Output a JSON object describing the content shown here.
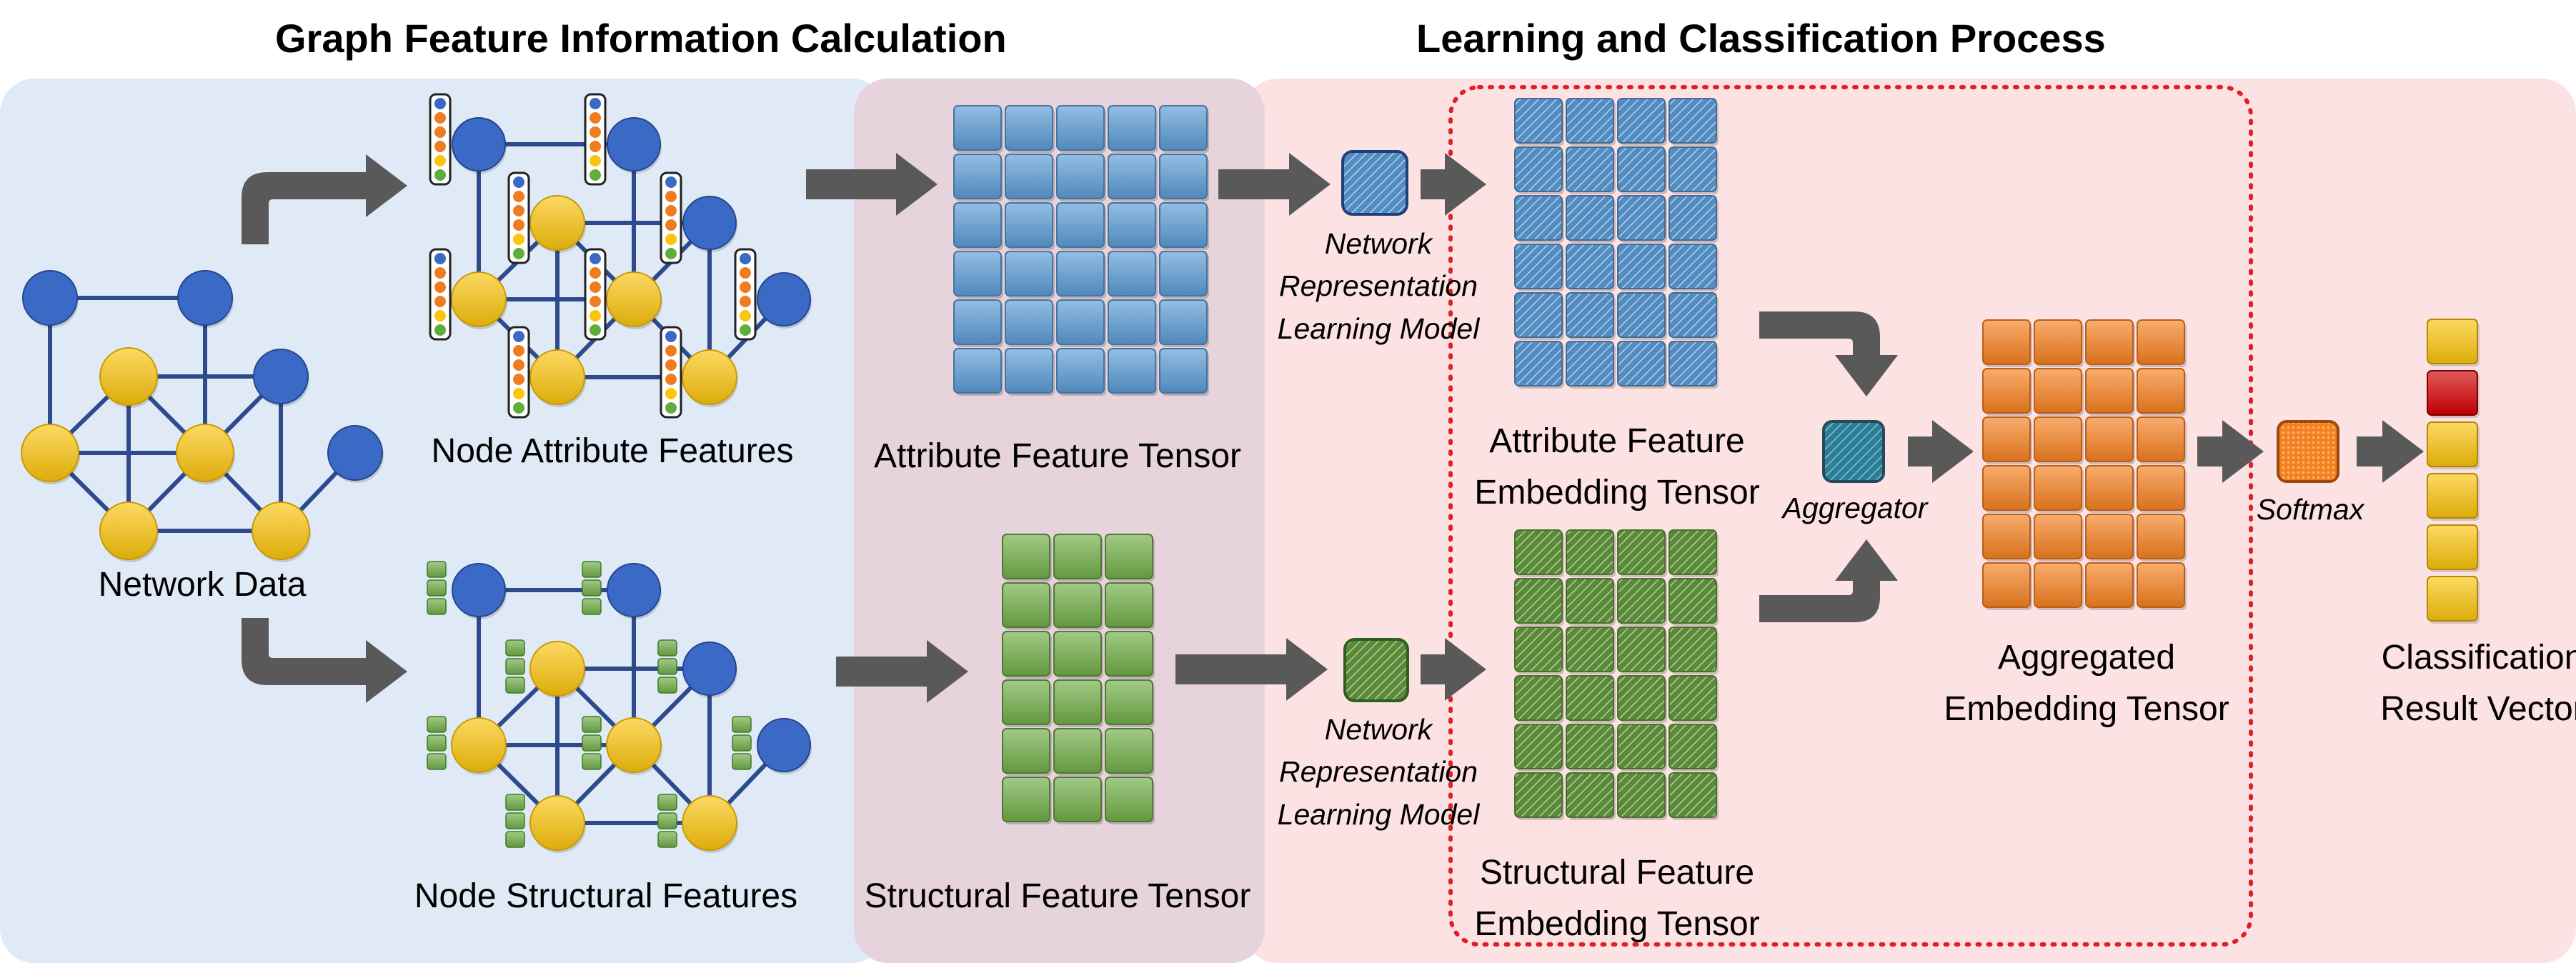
{
  "titles": {
    "left": "Graph Feature Information Calculation",
    "right": "Learning and Classification Process"
  },
  "labels": {
    "network_data": "Network Data",
    "node_attribute_features": "Node Attribute Features",
    "node_structural_features": "Node Structural Features",
    "attribute_feature_tensor": "Attribute Feature Tensor",
    "structural_feature_tensor": "Structural Feature Tensor",
    "nrl_model_top": [
      "Network",
      "Representation",
      "Learning Model"
    ],
    "nrl_model_bottom": [
      "Network",
      "Representation",
      "Learning Model"
    ],
    "attribute_embedding": [
      "Attribute Feature",
      "Embedding Tensor"
    ],
    "structural_embedding": [
      "Structural Feature",
      "Embedding Tensor"
    ],
    "aggregator": "Aggregator",
    "aggregated_embedding": [
      "Aggregated",
      "Embedding Tensor"
    ],
    "softmax": "Softmax",
    "classification_result": [
      "Classification",
      "Result Vector"
    ]
  },
  "colors": {
    "blue_region": "#dfeaf6",
    "mauve_region": "#e6d3db",
    "pink_region": "#fde2e3",
    "arrow": "#595959",
    "node_blue": "#3a69c6",
    "node_yellow": "#fbc40d",
    "edge": "#2e4a8c",
    "tensor_blue": "#5b9bd5",
    "tensor_green": "#70ad47",
    "tensor_orange": "#f58020",
    "result_red": "#d40000",
    "dotted_box": "#e01f26"
  }
}
